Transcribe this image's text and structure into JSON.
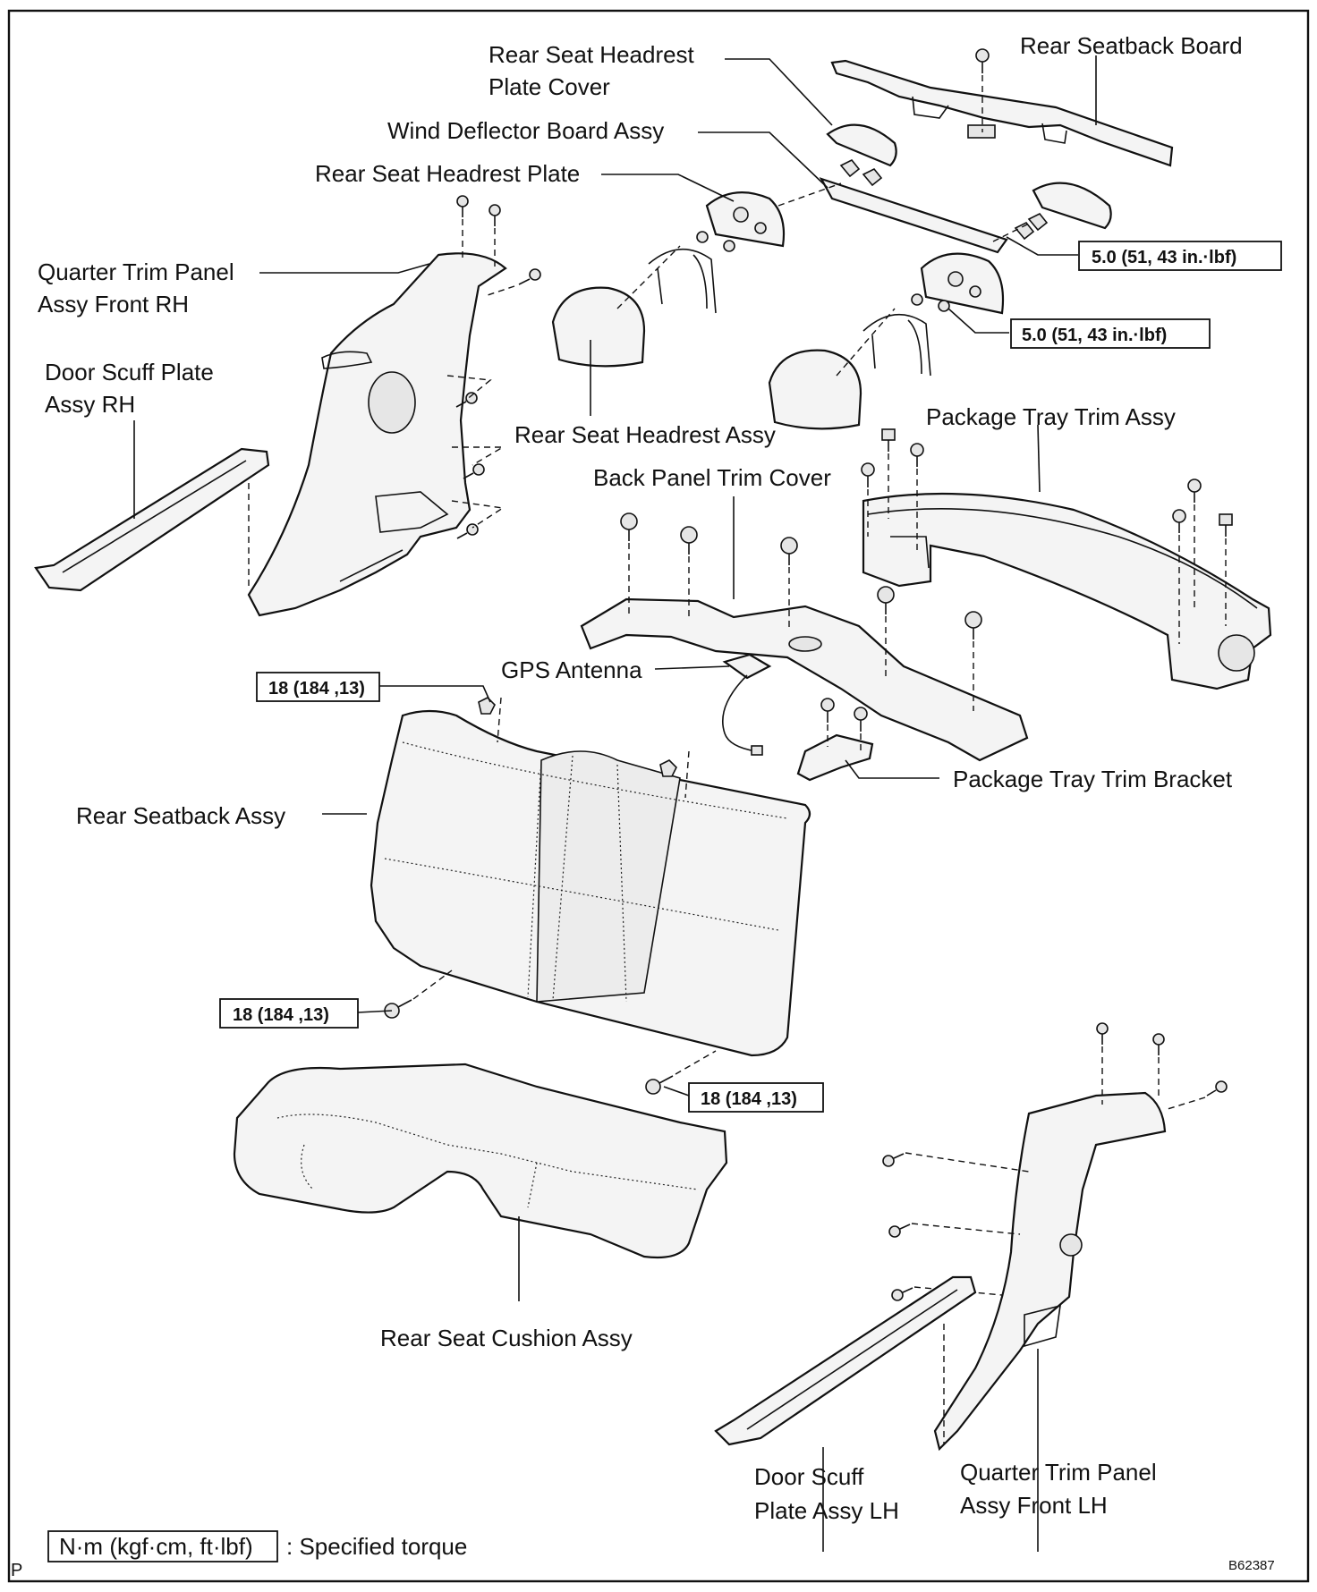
{
  "labels": {
    "rear_seat_headrest_plate_cover": [
      "Rear Seat Headrest",
      "Plate Cover"
    ],
    "rear_seatback_board": "Rear Seatback Board",
    "wind_deflector_board_assy": "Wind Deflector Board Assy",
    "rear_seat_headrest_plate": "Rear Seat Headrest Plate",
    "quarter_trim_panel_rh": [
      "Quarter Trim Panel",
      "Assy Front RH"
    ],
    "door_scuff_plate_rh": [
      "Door Scuff Plate",
      "Assy RH"
    ],
    "rear_seat_headrest_assy": "Rear Seat Headrest Assy",
    "package_tray_trim_assy": "Package Tray Trim Assy",
    "back_panel_trim_cover": "Back Panel Trim Cover",
    "gps_antenna": "GPS Antenna",
    "package_tray_trim_bracket": "Package Tray Trim Bracket",
    "rear_seatback_assy": "Rear Seatback Assy",
    "rear_seat_cushion_assy": "Rear Seat Cushion Assy",
    "door_scuff_plate_lh": [
      "Door Scuff",
      "Plate Assy LH"
    ],
    "quarter_trim_panel_lh": [
      "Quarter Trim Panel",
      "Assy Front LH"
    ]
  },
  "torques": {
    "headrest_plate_right_upper": "5.0 (51, 43 in.·lbf)",
    "headrest_plate_right_lower": "5.0 (51, 43 in.·lbf)",
    "seatback_top": "18 (184 ,13)",
    "seatback_lower_left": "18 (184 ,13)",
    "seatback_lower_right": "18 (184 ,13)"
  },
  "legend": {
    "unit_box": "N·m (kgf·cm, ft·lbf)",
    "text": ": Specified torque"
  },
  "corner_mark": "P",
  "figure_id": "B62387"
}
